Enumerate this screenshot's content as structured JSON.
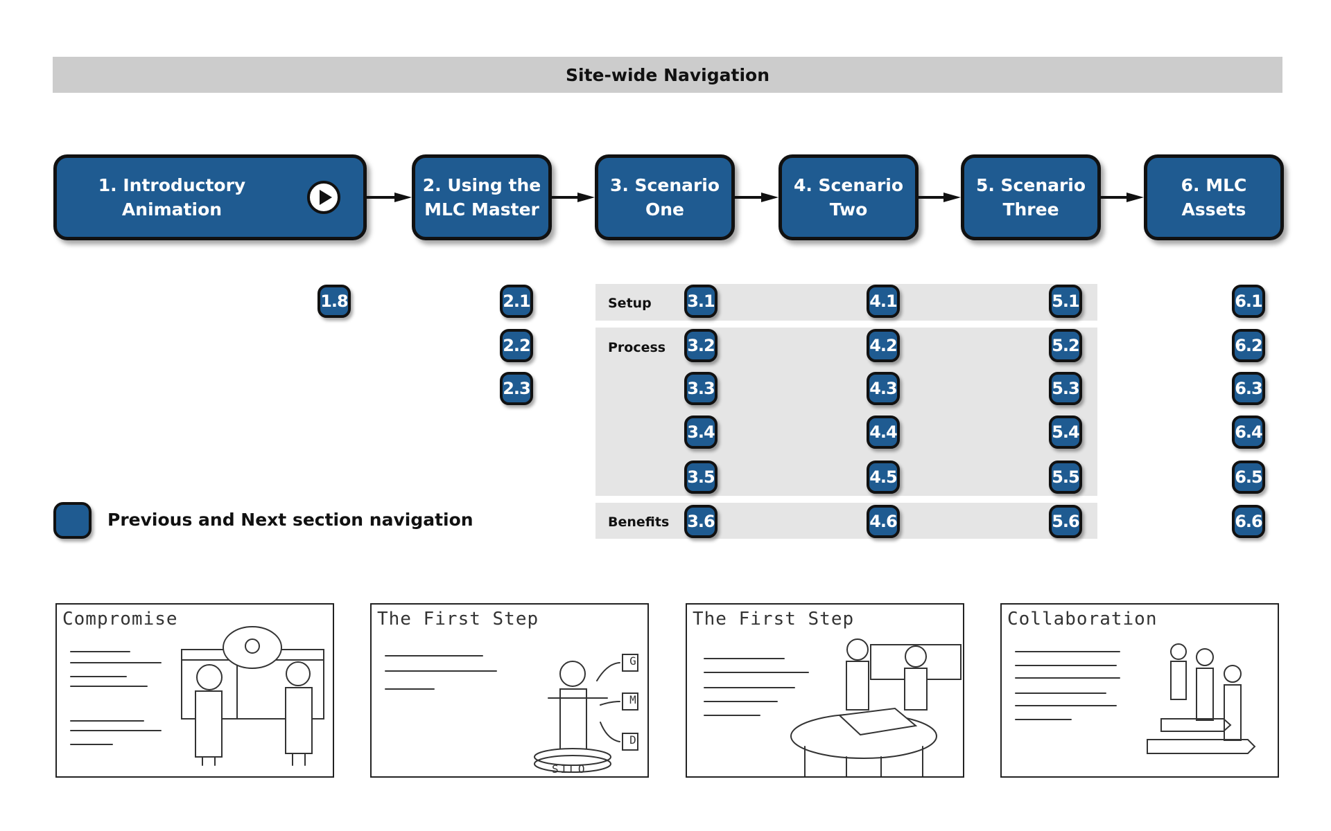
{
  "header": {
    "title": "Site-wide Navigation"
  },
  "sections": [
    {
      "label": "1. Introductory\nAnimation"
    },
    {
      "label": "2. Using the\nMLC Master"
    },
    {
      "label": "3. Scenario\nOne"
    },
    {
      "label": "4. Scenario\nTwo"
    },
    {
      "label": "5. Scenario\nThree"
    },
    {
      "label": "6. MLC\nAssets"
    }
  ],
  "groups": {
    "setup": "Setup",
    "process": "Process",
    "benefits": "Benefits"
  },
  "nodes": {
    "s1": [
      "1.8"
    ],
    "s2": [
      "2.1",
      "2.2",
      "2.3"
    ],
    "s3": [
      "3.1",
      "3.2",
      "3.3",
      "3.4",
      "3.5",
      "3.6"
    ],
    "s4": [
      "4.1",
      "4.2",
      "4.3",
      "4.4",
      "4.5",
      "4.6"
    ],
    "s5": [
      "5.1",
      "5.2",
      "5.3",
      "5.4",
      "5.5",
      "5.6"
    ],
    "s6": [
      "6.1",
      "6.2",
      "6.3",
      "6.4",
      "6.5",
      "6.6"
    ]
  },
  "legend": {
    "text": "Previous and Next section navigation"
  },
  "sketches": [
    {
      "title": "Compromise"
    },
    {
      "title": "The First Step",
      "caption": "SILO",
      "icons": [
        "G",
        "M",
        "D"
      ]
    },
    {
      "title": "The First Step"
    },
    {
      "title": "Collaboration"
    }
  ],
  "colors": {
    "accent": "#1f5b91",
    "band": "#e5e5e5",
    "banner": "#cccccc"
  },
  "icons": {
    "play": "play-icon",
    "arrow": "arrow-right-icon"
  }
}
